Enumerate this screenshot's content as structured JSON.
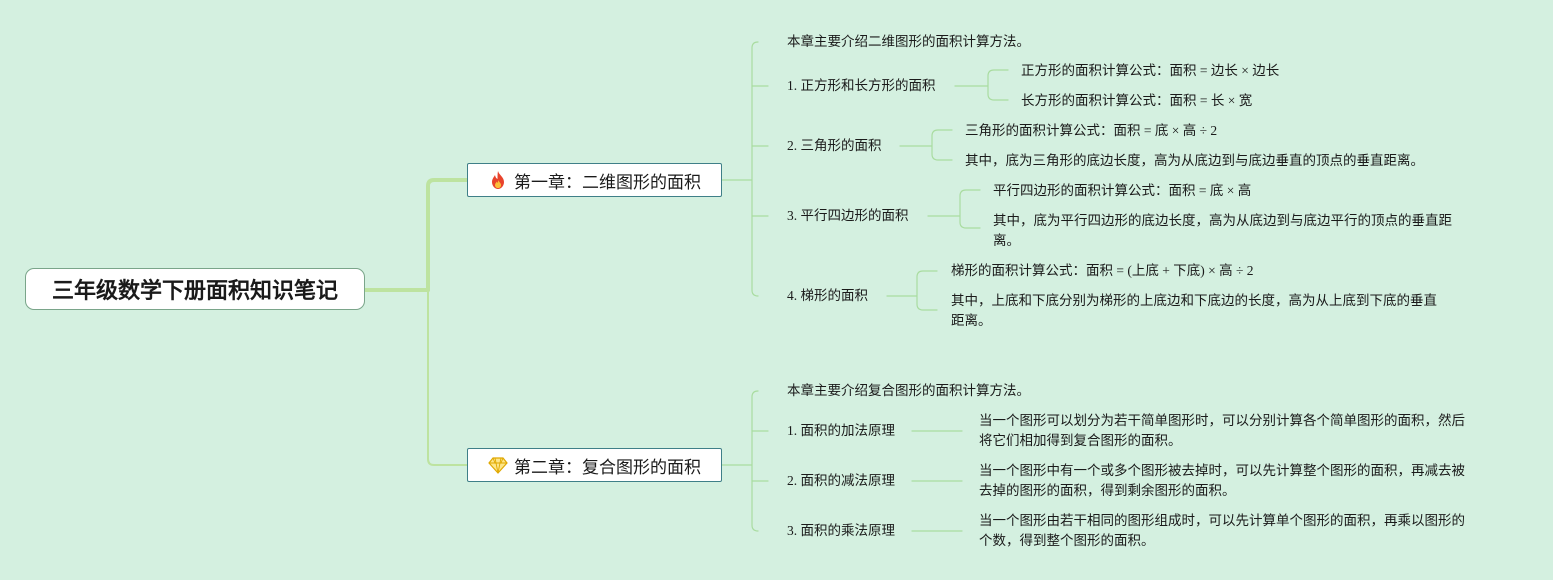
{
  "root": {
    "title": "三年级数学下册面积知识笔记"
  },
  "chapters": [
    {
      "icon": "fire-icon",
      "title": "第一章：二维图形的面积",
      "intro": "本章主要介绍二维图形的面积计算方法。",
      "sections": [
        {
          "label": "1. 正方形和长方形的面积",
          "details": [
            "正方形的面积计算公式：面积 = 边长 × 边长",
            "长方形的面积计算公式：面积 = 长 × 宽"
          ]
        },
        {
          "label": "2. 三角形的面积",
          "details": [
            "三角形的面积计算公式：面积 = 底 × 高 ÷ 2",
            "其中，底为三角形的底边长度，高为从底边到与底边垂直的顶点的垂直距离。"
          ]
        },
        {
          "label": "3. 平行四边形的面积",
          "details": [
            "平行四边形的面积计算公式：面积 = 底 × 高",
            "其中，底为平行四边形的底边长度，高为从底边到与底边平行的顶点的垂直距离。"
          ]
        },
        {
          "label": "4. 梯形的面积",
          "details": [
            "梯形的面积计算公式：面积 = (上底 + 下底) × 高 ÷ 2",
            "其中，上底和下底分别为梯形的上底边和下底边的长度，高为从上底到下底的垂直距离。"
          ]
        }
      ]
    },
    {
      "icon": "gem-icon",
      "title": "第二章：复合图形的面积",
      "intro": "本章主要介绍复合图形的面积计算方法。",
      "sections": [
        {
          "label": "1. 面积的加法原理",
          "details": [
            "当一个图形可以划分为若干简单图形时，可以分别计算各个简单图形的面积，然后将它们相加得到复合图形的面积。"
          ]
        },
        {
          "label": "2. 面积的减法原理",
          "details": [
            "当一个图形中有一个或多个图形被去掉时，可以先计算整个图形的面积，再减去被去掉的图形的面积，得到剩余图形的面积。"
          ]
        },
        {
          "label": "3. 面积的乘法原理",
          "details": [
            "当一个图形由若干相同的图形组成时，可以先计算单个图形的面积，再乘以图形的个数，得到整个图形的面积。"
          ]
        }
      ]
    }
  ],
  "colors": {
    "background": "#d4f0e0",
    "main_branch": "#bde3a0",
    "thin_line": "#a9dca0",
    "chapter_border": "#3f7f88",
    "root_border": "#7aa58a"
  }
}
